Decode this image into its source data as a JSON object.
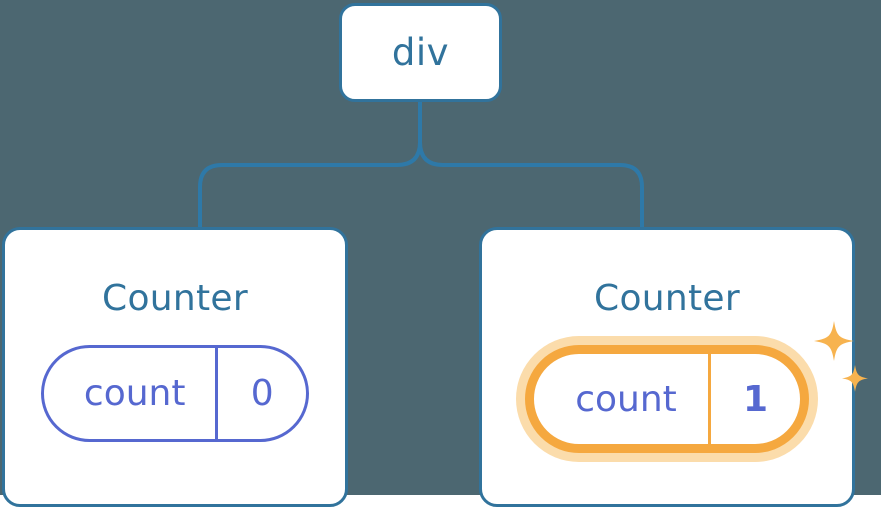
{
  "diagram": {
    "type": "component-tree",
    "background_color": "#4c6771",
    "node_border_color": "#31739c",
    "node_fill_color": "#ffffff",
    "title_color": "#31739c",
    "state_color": "#5668d0",
    "highlight_color": "#f5a83f",
    "highlight_glow_color": "#fbdcab",
    "connector_color": "#2e79a8"
  },
  "root": {
    "label": "div"
  },
  "children": [
    {
      "label": "Counter",
      "state": {
        "key": "count",
        "value": "0"
      },
      "highlighted": false
    },
    {
      "label": "Counter",
      "state": {
        "key": "count",
        "value": "1"
      },
      "highlighted": true,
      "sparkle_icons": [
        "sparkle-large-icon",
        "sparkle-small-icon"
      ]
    }
  ]
}
